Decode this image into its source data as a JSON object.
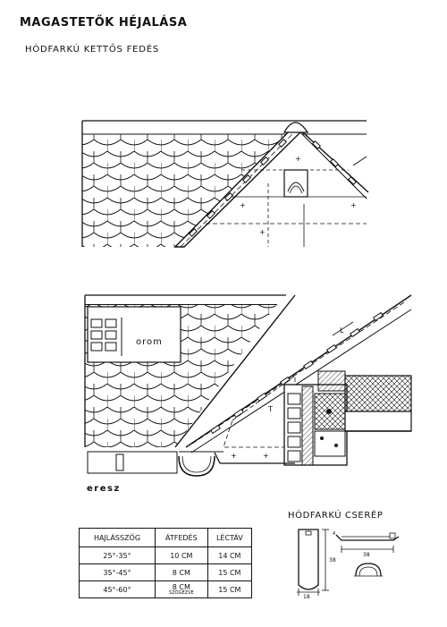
{
  "header": {
    "title": "MAGASTETŐK HÉJALÁSA",
    "subtitle": "HÓDFARKÚ KETTŐS FEDÉS"
  },
  "labels": {
    "orom": "orom",
    "eresz": "eresz",
    "tile_title": "HÓDFARKÚ CSERÉP"
  },
  "table": {
    "headers": [
      "HAJLÁSSZÖG",
      "ÁTFEDÉS",
      "LÉCTÁV"
    ],
    "rows": [
      {
        "angle": "25°-35°",
        "overlap": "10 CM",
        "overlap_note": "",
        "spacing": "14 CM"
      },
      {
        "angle": "35°-45°",
        "overlap": "8 CM",
        "overlap_note": "",
        "spacing": "15 CM"
      },
      {
        "angle": "45°-60°",
        "overlap": "8 CM",
        "overlap_note": "SZÖGEZVE",
        "spacing": "15 CM"
      }
    ]
  },
  "dimensions": {
    "tile_width": "18",
    "tile_length": "38",
    "tile_length_2": "38",
    "profile_depth": "4"
  }
}
